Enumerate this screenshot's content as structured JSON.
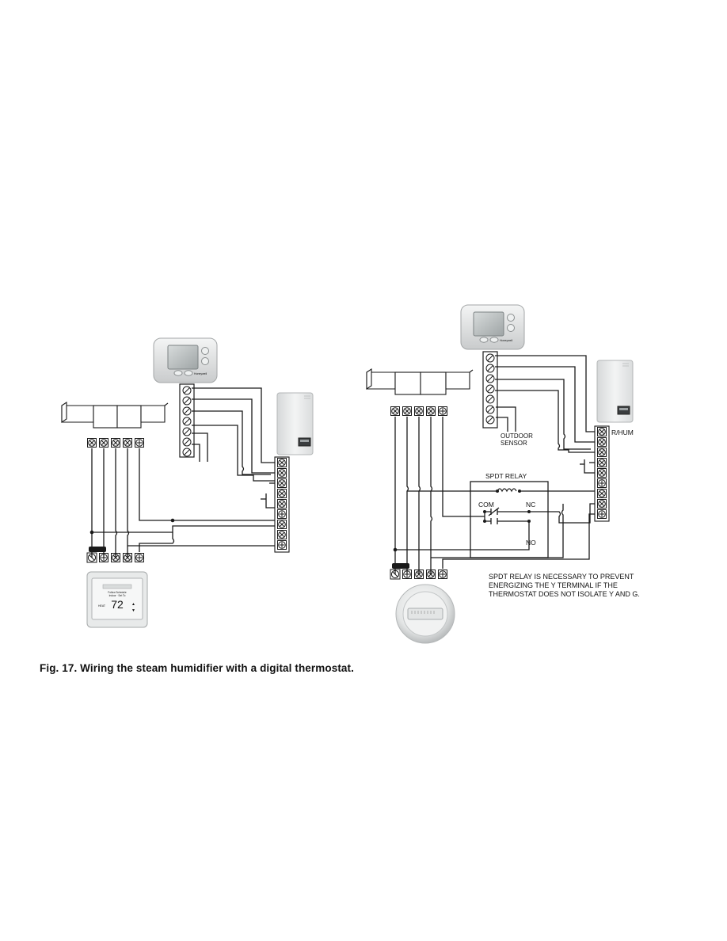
{
  "caption": "Fig. 17. Wiring the steam humidifier with a digital thermostat.",
  "labels": {
    "outdoor_sensor": "OUTDOOR SENSOR",
    "outdoor_sensor_line1": "OUTDOOR",
    "outdoor_sensor_line2": "SENSOR",
    "r_hum": "R/HUM",
    "spdt_relay": "SPDT RELAY",
    "com": "COM",
    "nc": "NC",
    "no": "NO",
    "note_line1": "SPDT RELAY IS NECESSARY TO PREVENT",
    "note_line2": "ENERGIZING THE Y TERMINAL IF THE",
    "note_line3": "THERMOSTAT DOES NOT ISOLATE Y AND G."
  },
  "devices": {
    "left_thermostat_temp": "72"
  },
  "colors": {
    "wire": "#1a1a1a",
    "device_body": "#e9eaea",
    "device_shadow": "#b9bcbd"
  }
}
